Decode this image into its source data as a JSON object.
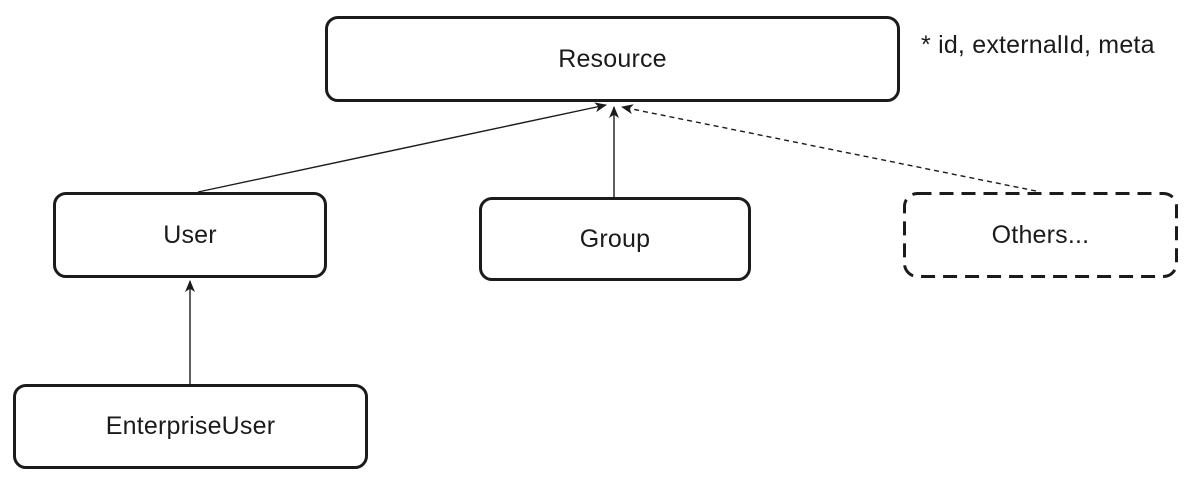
{
  "diagram": {
    "annotation": "* id, externalId, meta",
    "nodes": {
      "resource": {
        "label": "Resource",
        "border": "solid"
      },
      "user": {
        "label": "User",
        "border": "solid"
      },
      "group": {
        "label": "Group",
        "border": "solid"
      },
      "others": {
        "label": "Others...",
        "border": "dashed"
      },
      "enterprise_user": {
        "label": "EnterpriseUser",
        "border": "solid"
      }
    },
    "edges": [
      {
        "from": "User",
        "to": "Resource",
        "style": "solid-arrow"
      },
      {
        "from": "Group",
        "to": "Resource",
        "style": "solid-arrow"
      },
      {
        "from": "Others...",
        "to": "Resource",
        "style": "dashed-arrow"
      },
      {
        "from": "EnterpriseUser",
        "to": "User",
        "style": "solid-arrow"
      }
    ],
    "colors": {
      "ink": "#1b1b1b",
      "background": "#ffffff"
    }
  }
}
